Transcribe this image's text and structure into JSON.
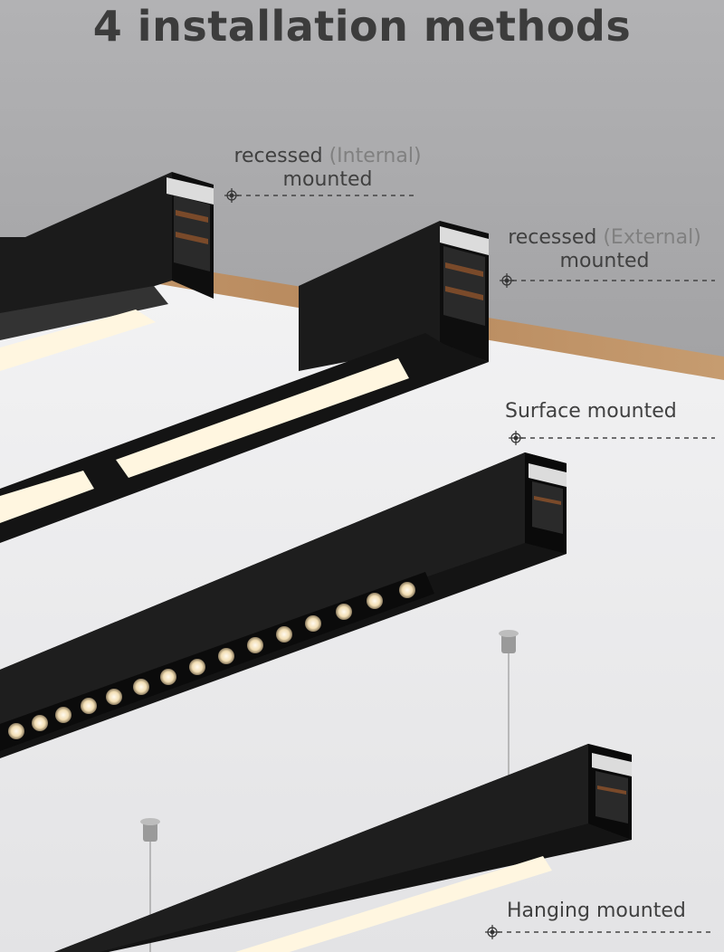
{
  "title": "4 installation methods",
  "methods": [
    {
      "line1_a": "recessed ",
      "line1_b": "(Internal)",
      "line2": "mounted"
    },
    {
      "line1_a": "recessed ",
      "line1_b": "(External)",
      "line2": "mounted"
    },
    {
      "line1": "Surface mounted"
    },
    {
      "line1": "Hanging mounted"
    }
  ],
  "colors": {
    "wall": "#a7a7a9",
    "ceiling": "#ececed",
    "wood": "#b9895d",
    "fixture": "#151515",
    "light": "#fff6e0",
    "text": "#404040"
  }
}
